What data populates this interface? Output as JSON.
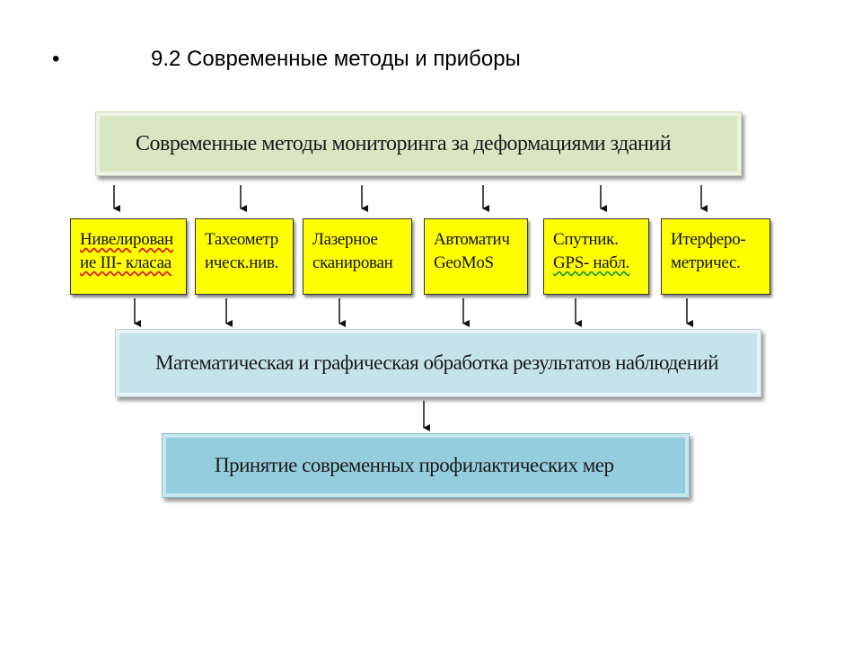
{
  "slide": {
    "bullet": "•",
    "title": "9.2 Современные методы и приборы"
  },
  "diagram": {
    "top": "Современные методы мониторинга за деформациями  зданий",
    "methods": [
      {
        "line1": "Нивелирован",
        "line2": "ие III- класаа"
      },
      {
        "line1": "Тахеометр",
        "line2": "ическ.нив."
      },
      {
        "line1": "Лазерное",
        "line2": "сканирован"
      },
      {
        "line1": "Автоматич",
        "line2": "GeoMoS"
      },
      {
        "line1": "Спутник.",
        "line2": "GPS- набл."
      },
      {
        "line1": "Итерферо-",
        "line2": "метричес."
      }
    ],
    "processing": "Математическая и графическая обработка результатов наблюдений",
    "result": "Принятие современных  профилактических мер"
  }
}
